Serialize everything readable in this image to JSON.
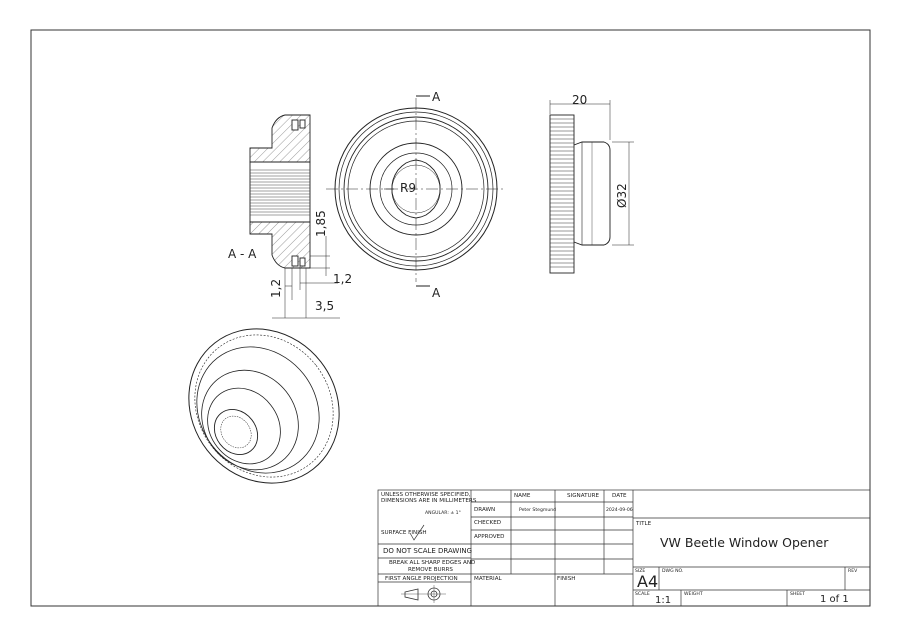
{
  "notes": {
    "units_line1": "UNLESS OTHERWISE SPECIFIED,",
    "units_line2": "DIMENSIONS ARE IN MILLIMETERS",
    "angular": "ANGULAR: ± 1°",
    "surface_finish": "SURFACE FINISH",
    "do_not_scale": "DO NOT SCALE DRAWING",
    "break_edges_line1": "BREAK ALL SHARP EDGES AND",
    "break_edges_line2": "REMOVE BURRS",
    "projection": "FIRST ANGLE PROJECTION"
  },
  "approval": {
    "headers": {
      "name": "NAME",
      "signature": "SIGNATURE",
      "date": "DATE"
    },
    "rows": [
      {
        "role": "DRAWN",
        "name": "Peter Stegmund",
        "signature": "",
        "date": "2024-09-06"
      },
      {
        "role": "CHECKED",
        "name": "",
        "signature": "",
        "date": ""
      },
      {
        "role": "APPROVED",
        "name": "",
        "signature": "",
        "date": ""
      }
    ],
    "material_label": "MATERIAL",
    "finish_label": "FINISH"
  },
  "title_block": {
    "title_label": "TITLE",
    "title": "VW Beetle Window Opener",
    "size_label": "SIZE",
    "size": "A4",
    "dwg_no_label": "DWG NO.",
    "rev_label": "REV",
    "scale_label": "SCALE",
    "scale": "1:1",
    "weight_label": "WEIGHT",
    "sheet_label": "SHEET",
    "sheet": "1 of 1"
  },
  "dimensions": {
    "section_name": "A - A",
    "cut_label": "A",
    "depth_1_85": "1,85",
    "wall_1_2_right": "1,2",
    "wall_1_2_left": "1,2",
    "width_3_5": "3,5",
    "radius": "R9",
    "overall_width": "20",
    "diameter": "Ø32"
  }
}
